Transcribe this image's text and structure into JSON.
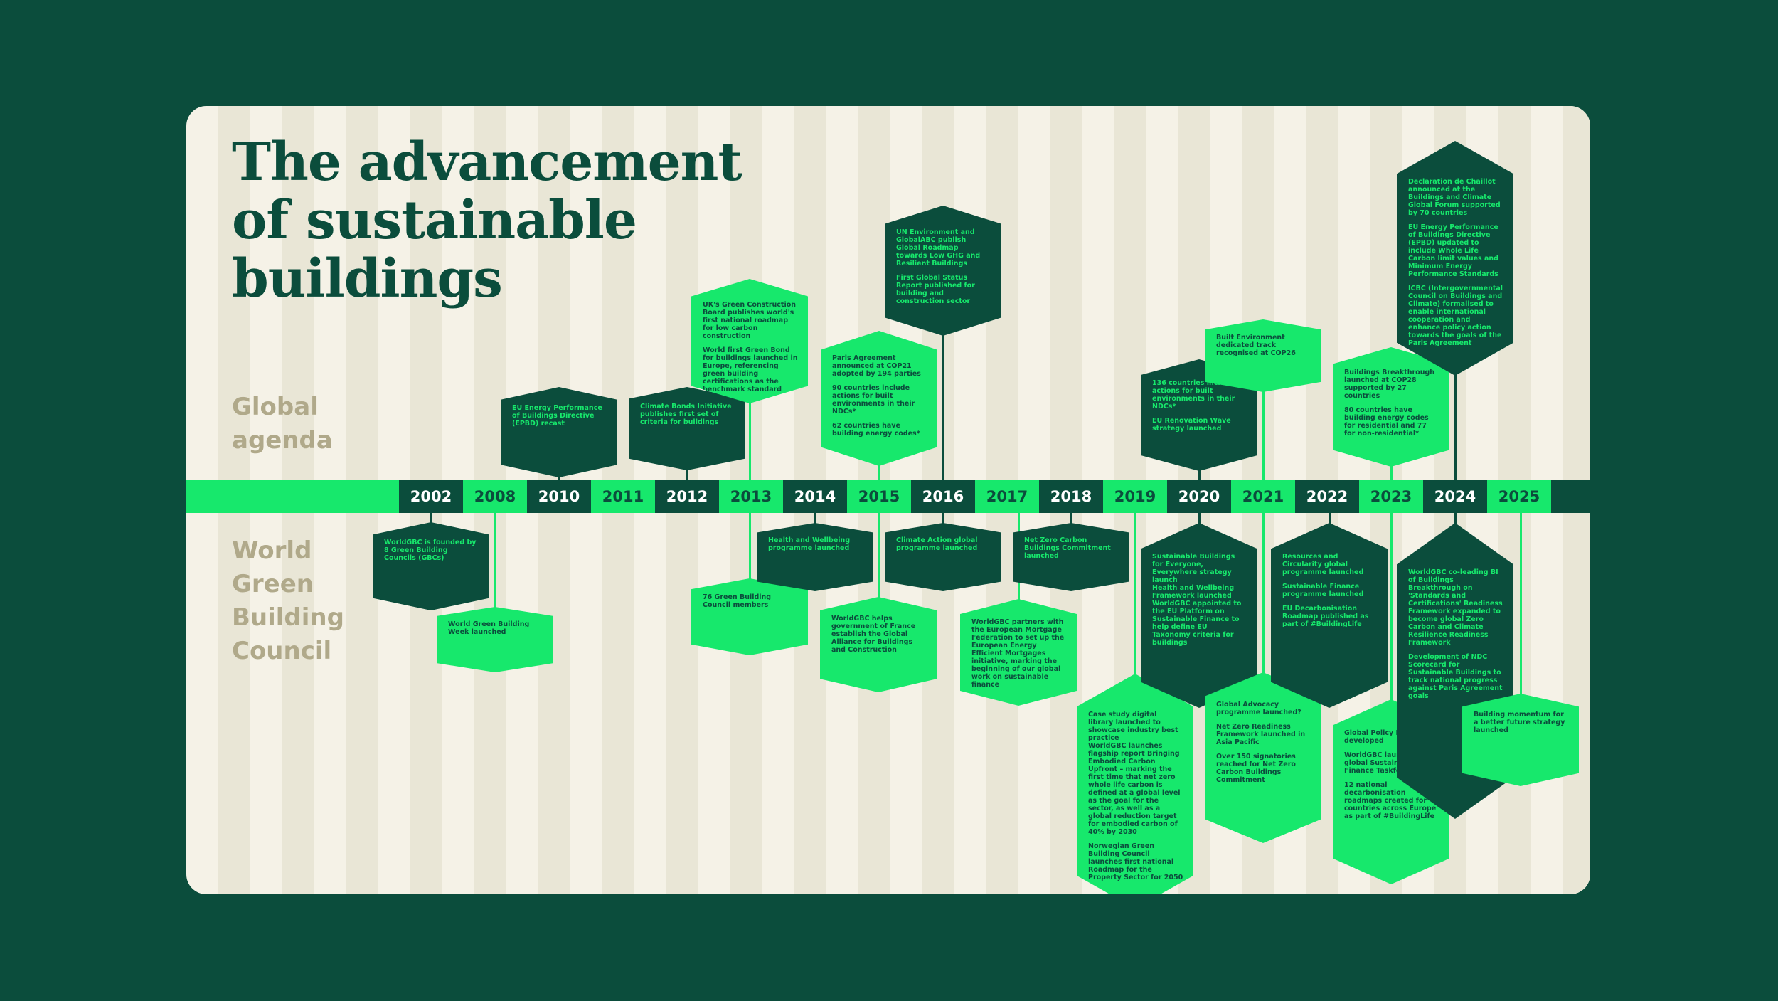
{
  "title": "The advancement\nof sustainable\nbuildings",
  "labels": {
    "global": "Global\nagenda",
    "wgbc": "World\nGreen\nBuilding\nCouncil"
  },
  "colors": {
    "background": "#0b4d3c",
    "card": "#f5f2e7",
    "stripe": "#e9e6d6",
    "accent_green": "#17e86c",
    "dark_green": "#0b4d3c",
    "label_beige": "#b0a98a"
  },
  "timeline": {
    "years": [
      "2002",
      "2008",
      "2010",
      "2011",
      "2012",
      "2013",
      "2014",
      "2015",
      "2016",
      "2017",
      "2018",
      "2019",
      "2020",
      "2021",
      "2022",
      "2023",
      "2024",
      "2025"
    ]
  },
  "global_events": [
    {
      "year": "2010",
      "style": "dark",
      "lines": [
        "EU Energy Performance of Buildings Directive (EPBD) recast"
      ]
    },
    {
      "year": "2012",
      "style": "dark",
      "lines": [
        "Climate Bonds Initiative publishes first set of criteria for buildings"
      ]
    },
    {
      "year": "2013",
      "style": "light",
      "lines": [
        "UK's Green Construction Board publishes world's first national roadmap for low carbon construction",
        "World first Green Bond for buildings launched in Europe, referencing green building certifications as the benchmark standard"
      ]
    },
    {
      "year": "2015",
      "style": "light",
      "lines": [
        "Paris Agreement announced at COP21 adopted by 194 parties",
        "90 countries include actions for built environments in their NDCs*",
        "62 countries have building energy codes*"
      ]
    },
    {
      "year": "2016",
      "style": "dark",
      "lines": [
        "UN Environment and GlobalABC publish Global Roadmap towards Low GHG and Resilient Buildings",
        "First Global Status Report published for building and construction sector"
      ]
    },
    {
      "year": "2020",
      "style": "dark",
      "lines": [
        "136 countries include actions for built environments in their NDCs*",
        "EU Renovation Wave strategy launched"
      ]
    },
    {
      "year": "2021",
      "style": "light",
      "lines": [
        "Built Environment dedicated track recognised at COP26"
      ]
    },
    {
      "year": "2023",
      "style": "light",
      "lines": [
        "Buildings Breakthrough launched at COP28 supported by 27 countries",
        "80 countries have building energy codes for residential and 77 for non-residential*"
      ]
    },
    {
      "year": "2024",
      "style": "dark",
      "lines": [
        "Declaration de Chaillot announced at the Buildings and Climate Global Forum supported by 70 countries",
        "EU Energy Performance of Buildings Directive (EPBD) updated to include Whole Life Carbon limit values and Minimum Energy Performance Standards",
        "ICBC (Intergovernmental Council on Buildings and Climate) formalised to enable international cooperation and enhance policy action towards the goals of the Paris Agreement"
      ]
    }
  ],
  "wgbc_events": [
    {
      "year": "2002",
      "style": "dark",
      "lines": [
        "WorldGBC is founded by 8 Green Building Councils (GBCs)"
      ]
    },
    {
      "year": "2008",
      "style": "light",
      "lines": [
        "World Green Building Week launched"
      ]
    },
    {
      "year": "2013",
      "style": "light",
      "lines": [
        "76 Green Building Council members"
      ]
    },
    {
      "year": "2014",
      "style": "dark",
      "lines": [
        "Health and Wellbeing programme launched"
      ]
    },
    {
      "year": "2015",
      "style": "light",
      "lines": [
        "WorldGBC helps government of France establish the Global Alliance for Buildings and Construction"
      ]
    },
    {
      "year": "2016",
      "style": "dark",
      "lines": [
        "Climate Action global programme launched"
      ]
    },
    {
      "year": "2017",
      "style": "light",
      "lines": [
        "WorldGBC partners with the European Mortgage Federation to set up the European Energy Efficient Mortgages initiative, marking the beginning of our global work on sustainable finance"
      ]
    },
    {
      "year": "2018",
      "style": "dark",
      "lines": [
        "Net Zero Carbon Buildings Commitment launched"
      ]
    },
    {
      "year": "2019",
      "style": "light",
      "lines": [
        "Case study digital library launched to showcase industry best practice\nWorldGBC launches flagship report Bringing Embodied Carbon Upfront – marking the first time that net zero whole life carbon is defined at a global level as the goal for the sector, as well as a global reduction target for embodied carbon of 40% by 2030",
        "Norwegian Green Building Council launches first national Roadmap for the Property Sector for 2050"
      ]
    },
    {
      "year": "2020",
      "style": "dark",
      "lines": [
        "Sustainable Buildings for Everyone, Everywhere strategy launch\nHealth and Wellbeing Framework launched\nWorldGBC appointed to the EU Platform on Sustainable Finance to help define EU Taxonomy criteria for buildings"
      ]
    },
    {
      "year": "2021",
      "style": "light",
      "lines": [
        "Global Advocacy programme launched?",
        "Net Zero Readiness Framework launched in Asia Pacific",
        "Over 150 signatories reached for Net Zero Carbon Buildings Commitment"
      ]
    },
    {
      "year": "2022",
      "style": "dark",
      "lines": [
        "Resources and Circularity global programme launched",
        "Sustainable Finance programme launched",
        "EU Decarbonisation Roadmap published as part of #BuildingLife"
      ]
    },
    {
      "year": "2023",
      "style": "light",
      "lines": [
        "Global Policy Principles developed",
        "WorldGBC launches global Sustainable Finance Taskforce",
        "12 national decarbonisation roadmaps created for countries across Europe as part of #BuildingLife"
      ]
    },
    {
      "year": "2024",
      "style": "dark",
      "lines": [
        "WorldGBC co-leading BI of Buildings Breakthrough on 'Standards and Certifications' Readiness Framework expanded to become global Zero Carbon and Climate Resilience Readiness Framework",
        "Development of NDC Scorecard for Sustainable Buildings to track national progress against Paris Agreement goals"
      ]
    },
    {
      "year": "2025",
      "style": "light",
      "lines": [
        "Building momentum for a better future strategy launched"
      ]
    }
  ]
}
